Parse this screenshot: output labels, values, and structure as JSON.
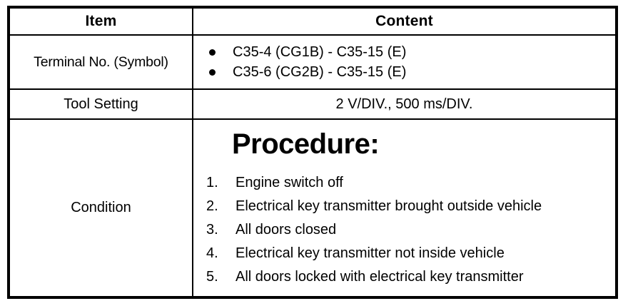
{
  "table": {
    "headers": {
      "item": "Item",
      "content": "Content"
    },
    "rows": [
      {
        "label": "Terminal No. (Symbol)",
        "type": "bullets",
        "bullets": [
          "C35-4 (CG1B) - C35-15 (E)",
          "C35-6 (CG2B) - C35-15 (E)"
        ]
      },
      {
        "label": "Tool Setting",
        "type": "text",
        "value": "2 V/DIV., 500 ms/DIV."
      },
      {
        "label": "Condition",
        "type": "procedure",
        "heading": "Procedure:",
        "steps": [
          {
            "num": "1.",
            "text": "Engine switch off"
          },
          {
            "num": "2.",
            "text": "Electrical key transmitter brought outside vehicle"
          },
          {
            "num": "3.",
            "text": "All doors closed"
          },
          {
            "num": "4.",
            "text": "Electrical key transmitter not inside vehicle"
          },
          {
            "num": "5.",
            "text": "All doors locked with electrical key transmitter"
          }
        ]
      }
    ]
  },
  "colors": {
    "border": "#000000",
    "text": "#000000",
    "background": "#ffffff"
  }
}
